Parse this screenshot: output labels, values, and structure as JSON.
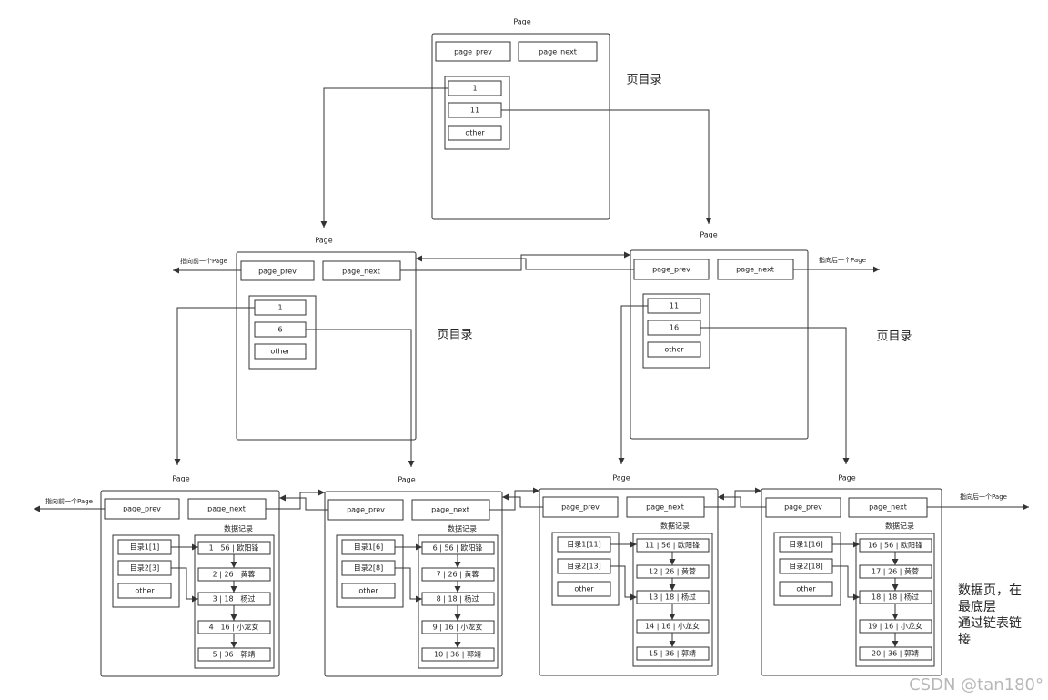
{
  "top_page": {
    "label": "Page",
    "page_prev": "page_prev",
    "page_next": "page_next",
    "directory": [
      "1",
      "11",
      "other"
    ],
    "directory_label": "页目录"
  },
  "level2_pages": [
    {
      "label": "Page",
      "page_prev": "page_prev",
      "page_next": "page_next",
      "directory": [
        "1",
        "6",
        "other"
      ],
      "directory_label": "页目录",
      "pointer_label": "指向前一个Page"
    },
    {
      "label": "Page",
      "page_prev": "page_prev",
      "page_next": "page_next",
      "directory": [
        "11",
        "16",
        "other"
      ],
      "directory_label": "页目录",
      "pointer_label": "指向后一个Page"
    }
  ],
  "leaf_pages": [
    {
      "label": "Page",
      "page_prev": "page_prev",
      "page_next": "page_next",
      "records_label": "数据记录",
      "directory": [
        "目录1[1]",
        "目录2[3]",
        "other"
      ],
      "records": [
        "1 | 56 | 欧阳锋",
        "2 | 26 | 黄蓉",
        "3 | 18 | 杨过",
        "4 | 16 | 小龙女",
        "5 | 36 | 郭靖"
      ],
      "pointer_label": "指向前一个Page"
    },
    {
      "label": "Page",
      "page_prev": "page_prev",
      "page_next": "page_next",
      "records_label": "数据记录",
      "directory": [
        "目录1[6]",
        "目录2[8]",
        "other"
      ],
      "records": [
        "6 | 56 | 欧阳锋",
        "7 | 26 | 黄蓉",
        "8 | 18 | 杨过",
        "9 | 16 | 小龙女",
        "10 | 36 | 郭靖"
      ]
    },
    {
      "label": "Page",
      "page_prev": "page_prev",
      "page_next": "page_next",
      "records_label": "数据记录",
      "directory": [
        "目录1[11]",
        "目录2[13]",
        "other"
      ],
      "records": [
        "11 | 56 | 欧阳锋",
        "12 | 26 | 黄蓉",
        "13 | 18 | 杨过",
        "14 | 16 | 小龙女",
        "15 | 36 | 郭靖"
      ]
    },
    {
      "label": "Page",
      "page_prev": "page_prev",
      "page_next": "page_next",
      "records_label": "数据记录",
      "directory": [
        "目录1[16]",
        "目录2[18]",
        "other"
      ],
      "records": [
        "16 | 56 | 欧阳锋",
        "17 | 26 | 黄蓉",
        "18 | 18 | 杨过",
        "19 | 16 | 小龙女",
        "20 | 36 | 郭靖"
      ],
      "pointer_label": "指向后一个Page"
    }
  ],
  "note_lines": [
    "数据页，在",
    "最底层",
    "通过链表链",
    "接"
  ],
  "watermark": "CSDN @tan180°",
  "colors": {
    "line": "#333333",
    "text": "#222222",
    "watermark": "#b8b8b8"
  }
}
